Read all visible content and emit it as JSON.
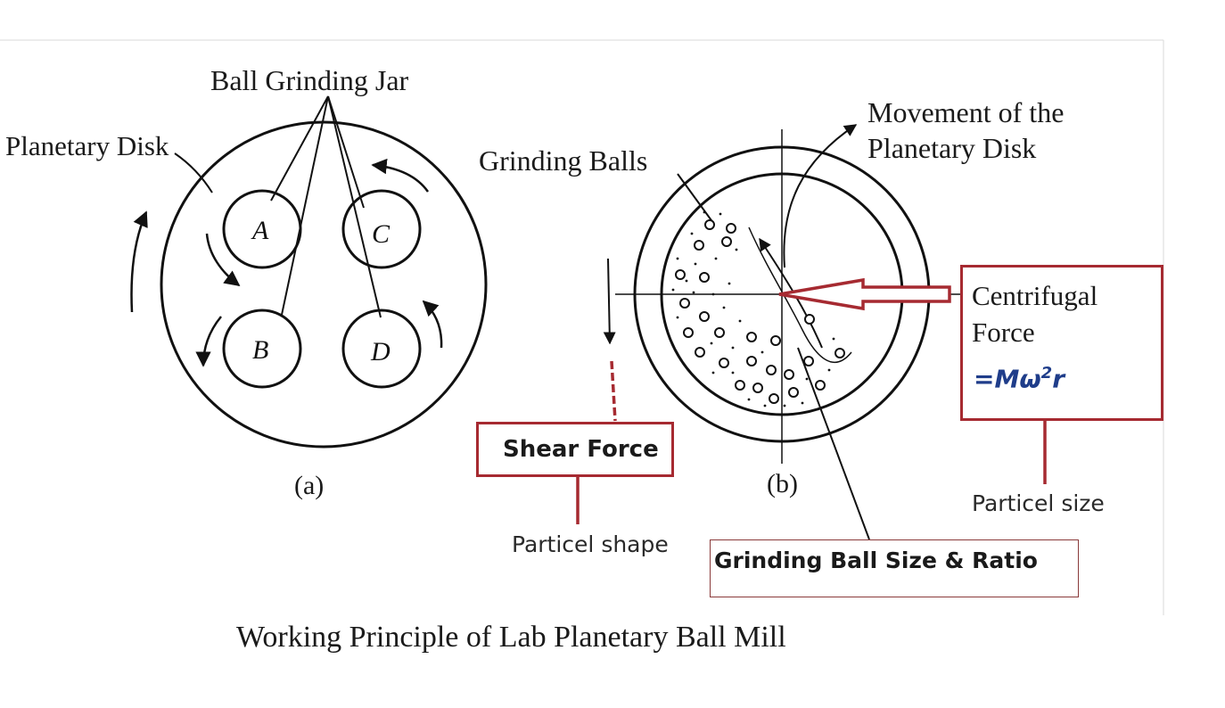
{
  "title": "Working Principle of Lab Planetary Ball Mill",
  "diagram_a": {
    "caption": "(a)",
    "labels": {
      "jar": "Ball Grinding Jar",
      "disk": "Planetary Disk"
    },
    "jars": [
      "A",
      "B",
      "C",
      "D"
    ]
  },
  "diagram_b": {
    "caption": "(b)",
    "labels": {
      "balls": "Grinding Balls",
      "movement_line1": "Movement of the",
      "movement_line2": "Planetary Disk"
    }
  },
  "annotations": {
    "centrifugal_line1": "Centrifugal",
    "centrifugal_line2": "Force",
    "formula_prefix": "=M",
    "formula_omega": "ω",
    "formula_exp": "2",
    "formula_r": "r",
    "centrifugal_effect": "Particel size",
    "shear": "Shear Force",
    "shear_effect": "Particel shape",
    "ball_size": "Grinding Ball Size & Ratio"
  },
  "colors": {
    "accent_red": "#a62a31",
    "formula_blue": "#1f3d8a",
    "ink": "#111111"
  }
}
